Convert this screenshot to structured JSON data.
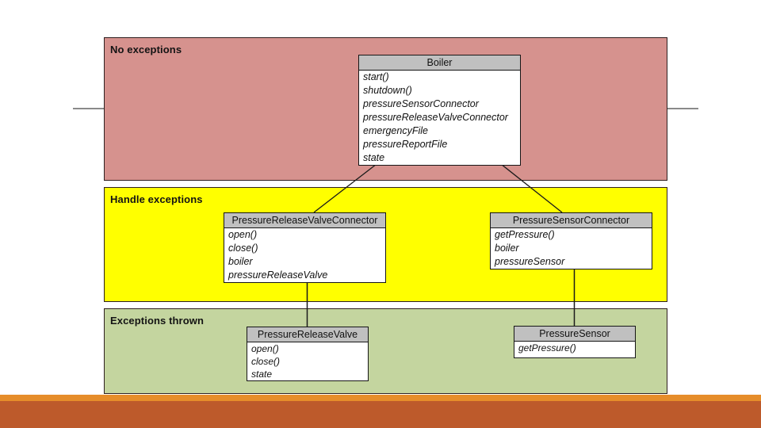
{
  "slide": {
    "bands": [
      {
        "label": "No exceptions",
        "color": "#d6928e"
      },
      {
        "label": "Handle exceptions",
        "color": "#ffff00"
      },
      {
        "label": "Exceptions thrown",
        "color": "#c4d59f"
      }
    ],
    "footer": {
      "strip_color": "#e68d2a",
      "bar_color": "#bd5a2b"
    },
    "decor_line_color": "#8a8a8a",
    "class_header_color": "#c0c0c0"
  },
  "classes": {
    "boiler": {
      "title": "Boiler",
      "members": [
        "start()",
        "shutdown()",
        "pressureSensorConnector",
        "pressureReleaseValveConnector",
        "emergencyFile",
        "pressureReportFile",
        "state"
      ]
    },
    "pressure_release_valve_connector": {
      "title": "PressureReleaseValveConnector",
      "members": [
        "open()",
        "close()",
        "boiler",
        "pressureReleaseValve"
      ]
    },
    "pressure_sensor_connector": {
      "title": "PressureSensorConnector",
      "members": [
        "getPressure()",
        "boiler",
        "pressureSensor"
      ]
    },
    "pressure_release_valve": {
      "title": "PressureReleaseValve",
      "members": [
        "open()",
        "close()",
        "state"
      ]
    },
    "pressure_sensor": {
      "title": "PressureSensor",
      "members": [
        "getPressure()"
      ]
    }
  }
}
